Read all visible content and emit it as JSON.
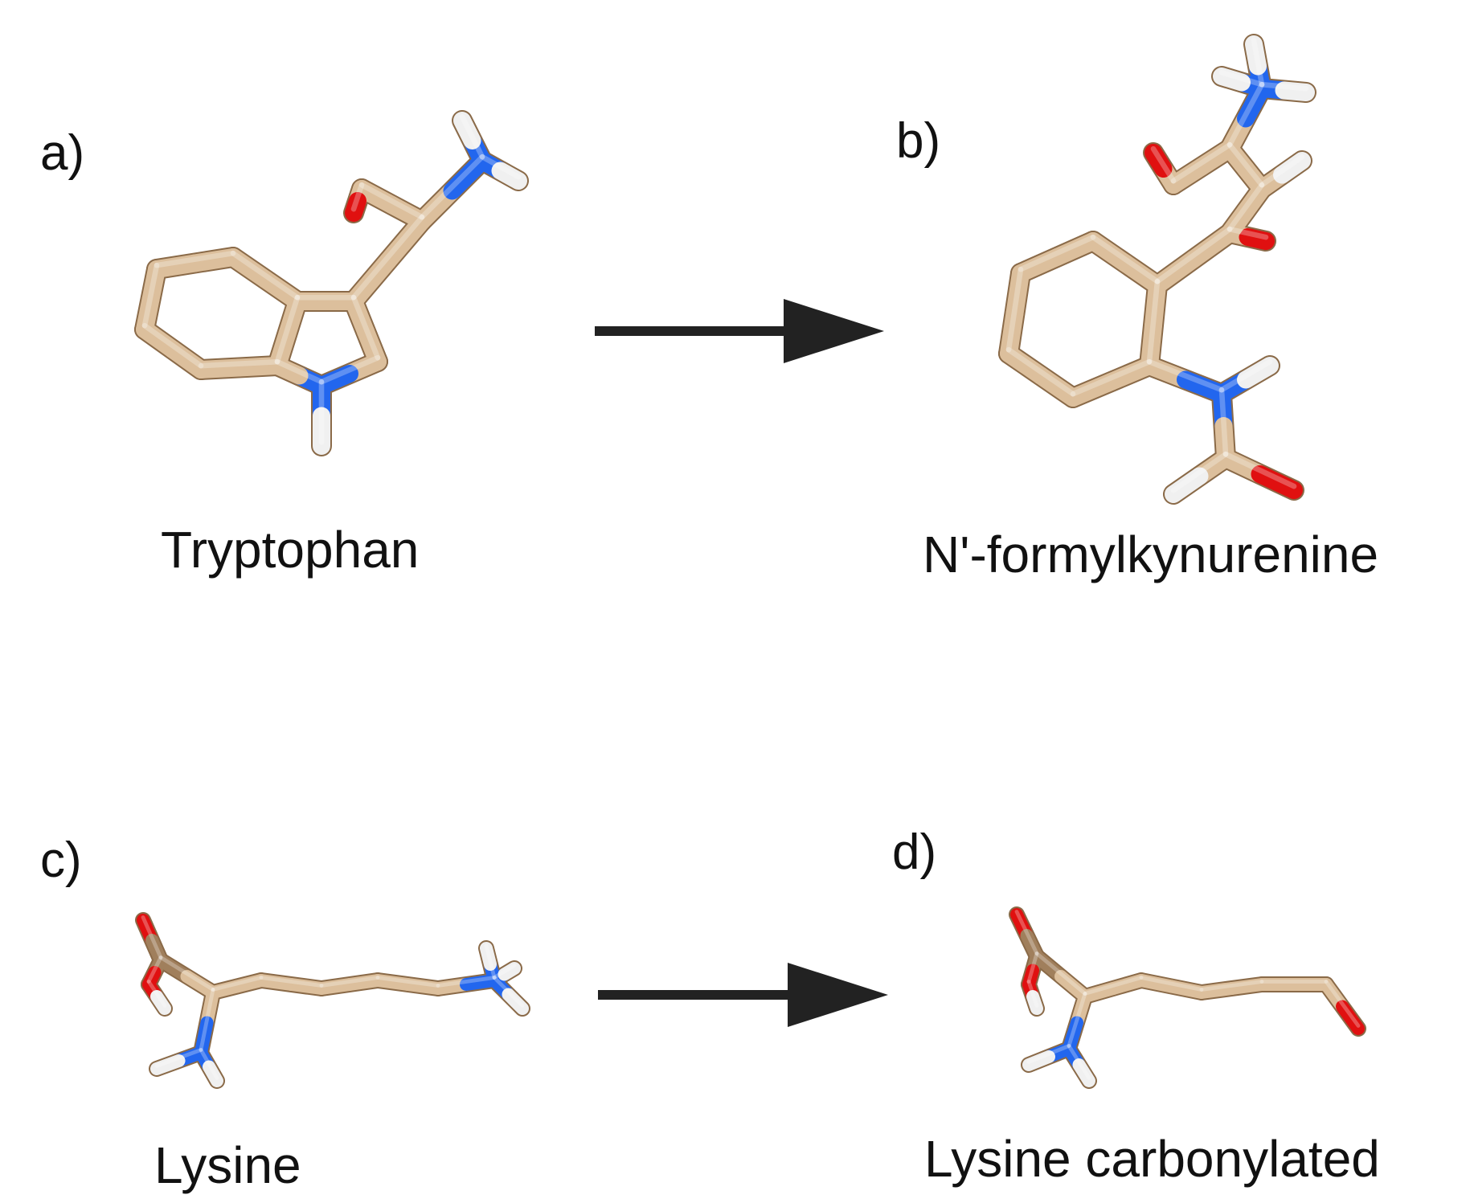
{
  "panels": [
    {
      "letter": "a)",
      "molecule": "Tryptophan"
    },
    {
      "letter": "b)",
      "molecule": "N'-formylkynurenine"
    },
    {
      "letter": "c)",
      "molecule": "Lysine"
    },
    {
      "letter": "d)",
      "molecule": "Lysine carbonylated"
    }
  ],
  "colors": {
    "carbon": "#dcbf9c",
    "carbon_dark": "#a07f5c",
    "nitrogen": "#2266ee",
    "oxygen": "#e01010",
    "hydrogen": "#f0f0f0",
    "arrow": "#222222"
  },
  "arrows": [
    {
      "from": "Tryptophan",
      "to": "N'-formylkynurenine"
    },
    {
      "from": "Lysine",
      "to": "Lysine carbonylated"
    }
  ]
}
